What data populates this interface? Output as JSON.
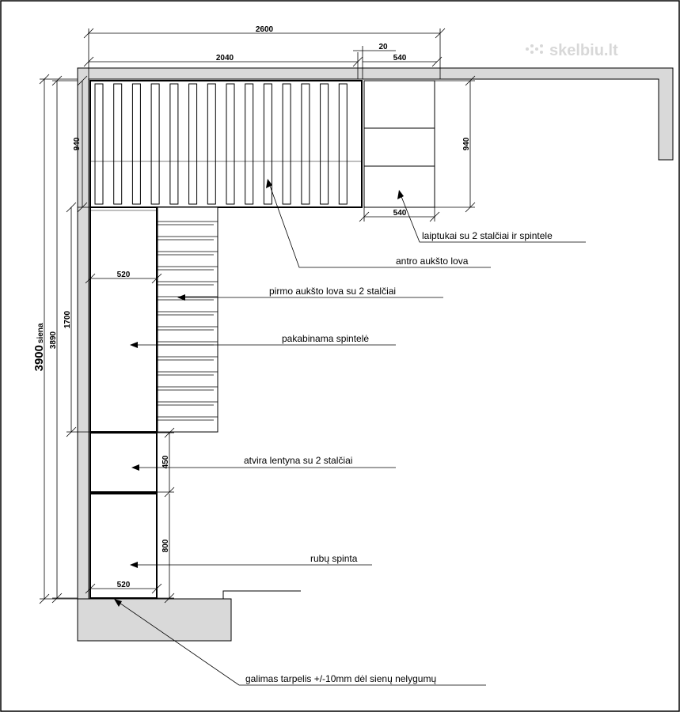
{
  "watermark": "skelbiu.lt",
  "dimensions": {
    "total_width": "2600",
    "bed_width": "2040",
    "gap": "20",
    "stairs_width_top": "540",
    "stairs_width_bottom": "540",
    "left_depth": "940",
    "right_depth": "940",
    "lower_height": "1700",
    "wall_total": "3890",
    "cabinet_width": "520",
    "shelf_height": "450",
    "wardrobe_height": "800",
    "wardrobe_width": "520"
  },
  "wall_label": {
    "value": "3900",
    "unit": "siena"
  },
  "labels": {
    "stairs": "laiptukai su 2 stalčiai ir spintele",
    "upper_bed": "antro aukšto lova",
    "lower_bed": "pirmo aukšto lova su 2 stalčiai",
    "hanging_cabinet": "pakabinama spintelė",
    "open_shelf": "atvira lentyna su 2 stalčiai",
    "wardrobe": "rubų spinta",
    "gap_note": "galimas tarpelis +/-10mm dėl sienų nelygumų"
  }
}
